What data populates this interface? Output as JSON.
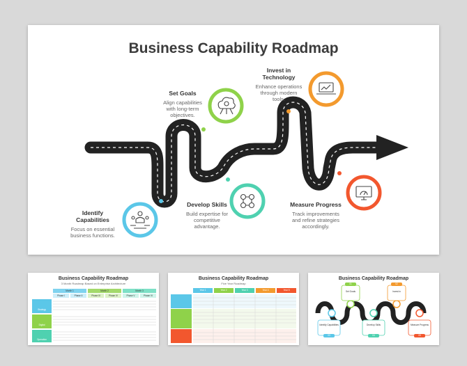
{
  "main": {
    "title": "Business Capability Roadmap",
    "steps": [
      {
        "title_lines": [
          "Identify",
          "Capabilities"
        ],
        "desc_lines": [
          "Focus on essential",
          "business functions."
        ],
        "color": "#5bc7e8",
        "icon": "team-icon"
      },
      {
        "title_lines": [
          "Set Goals"
        ],
        "desc_lines": [
          "Align capabilities",
          "with long-term",
          "objectives."
        ],
        "color": "#8fd24a",
        "icon": "cloud-gear-icon"
      },
      {
        "title_lines": [
          "Develop Skills"
        ],
        "desc_lines": [
          "Build expertise for",
          "competitive",
          "advantage."
        ],
        "color": "#4fd1b0",
        "icon": "skills-network-icon"
      },
      {
        "title_lines": [
          "Invest in",
          "Technology"
        ],
        "desc_lines": [
          "Enhance operations",
          "through modern",
          "tools."
        ],
        "color": "#f39a2e",
        "icon": "laptop-chart-icon"
      },
      {
        "title_lines": [
          "Measure Progress"
        ],
        "desc_lines": [
          "Track improvements",
          "and refine strategies",
          "accordingly."
        ],
        "color": "#f2572e",
        "icon": "gauge-monitor-icon"
      }
    ]
  },
  "thumbs": [
    {
      "title": "Business Capability Roadmap",
      "subtitle": "3 Month Roadmap Based on Enterprise Architecture",
      "months": [
        "Month 1",
        "Month 2",
        "Month 3"
      ],
      "phases": [
        "Phase I",
        "Phase II",
        "Phase III",
        "Phase IV",
        "Phase V",
        "Phase VI"
      ],
      "rows": [
        "Strategy",
        "Digital",
        "Operation"
      ]
    },
    {
      "title": "Business Capability Roadmap",
      "subtitle": "Five Year Roadmap",
      "years": [
        "Year 1",
        "Year 2",
        "Year 3",
        "Year 4",
        "Year 5"
      ]
    },
    {
      "title": "Business Capability Roadmap",
      "numbers": [
        "01",
        "02",
        "03",
        "04",
        "05"
      ],
      "labels": [
        "Set Goals",
        "Invest in Technology",
        "Identify Capabilities",
        "Develop Skills",
        "Measure Progress"
      ]
    }
  ]
}
